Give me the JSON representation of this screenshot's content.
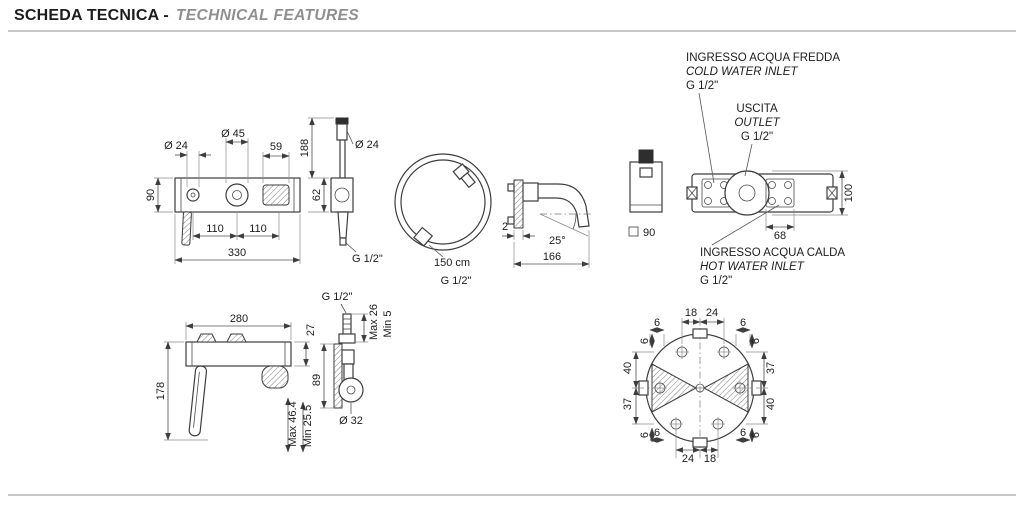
{
  "header": {
    "title": "SCHEDA TECNICA -",
    "subtitle": "TECHNICAL FEATURES"
  },
  "connections": {
    "cold": {
      "it": "INGRESSO ACQUA FREDDA",
      "en": "COLD WATER INLET",
      "thread": "G 1/2\""
    },
    "outlet": {
      "it": "USCITA",
      "en": "OUTLET",
      "thread": "G 1/2\""
    },
    "hot": {
      "it": "INGRESSO ACQUA CALDA",
      "en": "HOT WATER INLET",
      "thread": "G 1/2\""
    }
  },
  "front_view": {
    "dia_lever": "Ø 24",
    "dia_cartridge": "Ø 45",
    "knob_width": "59",
    "body_height": "90",
    "pitch_left": "110",
    "pitch_right": "110",
    "total_width": "330"
  },
  "side_view": {
    "total_height": "188",
    "body_height": "62",
    "dia_holder": "Ø 24",
    "thread": "G 1/2\""
  },
  "hose": {
    "length": "150 cm",
    "thread": "G 1/2\""
  },
  "spout_view": {
    "plate_thickness": "2",
    "angle": "25°",
    "projection": "166",
    "plate_size": "90"
  },
  "back_view": {
    "total_height": "100",
    "flange_width": "68"
  },
  "plan_view": {
    "total_width": "280",
    "body_depth": "27",
    "spout_length": "178"
  },
  "side_view_2": {
    "thread": "G 1/2\"",
    "max_top": "Max 26",
    "min_top": "Min 5",
    "body_height": "89",
    "dia_body": "Ø 32",
    "max_depth": "Max 46.4",
    "min_depth": "Min 25.5"
  },
  "mount_view": {
    "top_left": "18",
    "top_right": "24",
    "six": "6",
    "left_upper": "40",
    "left_lower": "37",
    "right_upper": "37",
    "right_lower": "40",
    "bottom_left": "24",
    "bottom_right": "18"
  }
}
